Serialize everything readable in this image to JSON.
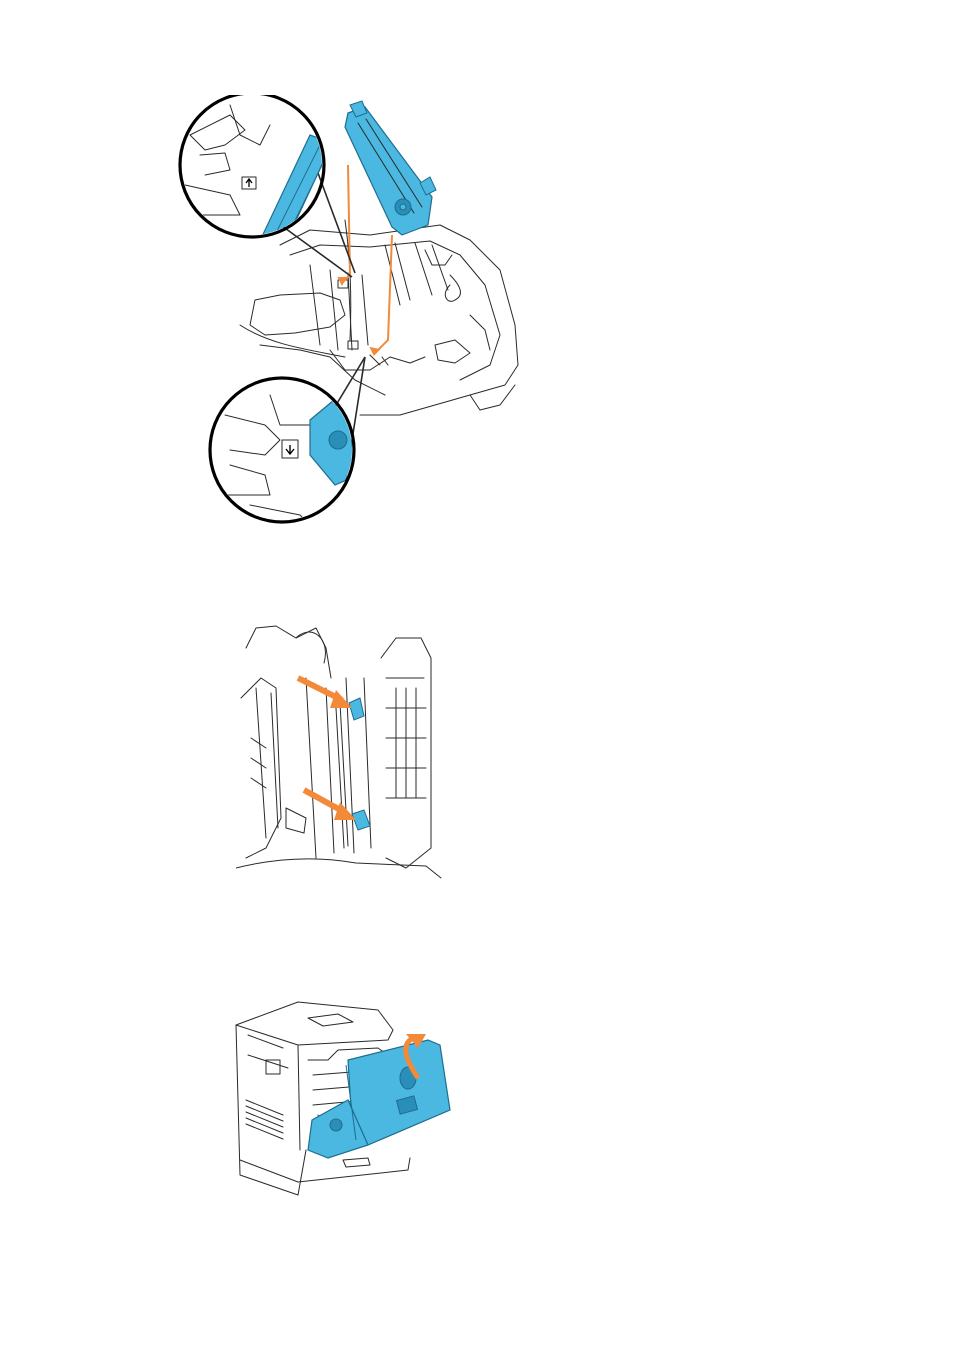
{
  "page": {
    "background": "#ffffff"
  },
  "colors": {
    "part_blue": "#4ab8e0",
    "part_blue_dark": "#2a8fb8",
    "arrow_orange": "#f28a3a",
    "line": "#2a2a2a"
  },
  "figures": [
    {
      "name": "transfer-belt-install-illustration",
      "callouts": 2,
      "icons": [
        "arrow-up-icon",
        "arrow-down-icon"
      ]
    },
    {
      "name": "belt-lock-levers-illustration",
      "indicator_arrows": 2
    },
    {
      "name": "close-front-cover-illustration",
      "indicator_arrows": 1
    }
  ]
}
